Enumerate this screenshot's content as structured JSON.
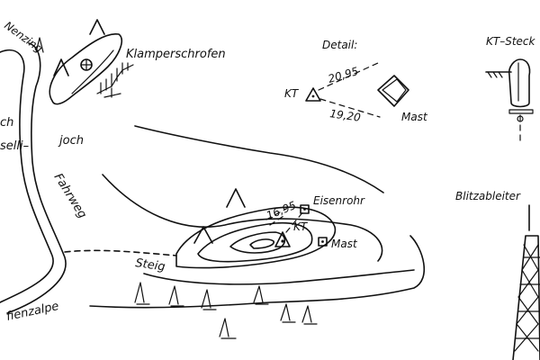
{
  "labels": {
    "nenzing": "Nenzing",
    "klamperschrofen": "Klamperschrofen",
    "detail": "Detail:",
    "detail_kt": "KT",
    "detail_dist_top": "20,95",
    "detail_dist_bottom": "19,20",
    "detail_mast": "Mast",
    "kt_steck": "KT–Steck",
    "joch_upper": "ch",
    "gaselli": "selli–",
    "joch": "joch",
    "fahrweg": "Fahrweg",
    "steig": "Steig",
    "dist_main": "16,95",
    "eisenrohr": "Eisenrohr",
    "kt_main": "KT",
    "mast_main": "Mast",
    "blitzableiter": "Blitzableiter",
    "alpe": "fienzalpe"
  }
}
